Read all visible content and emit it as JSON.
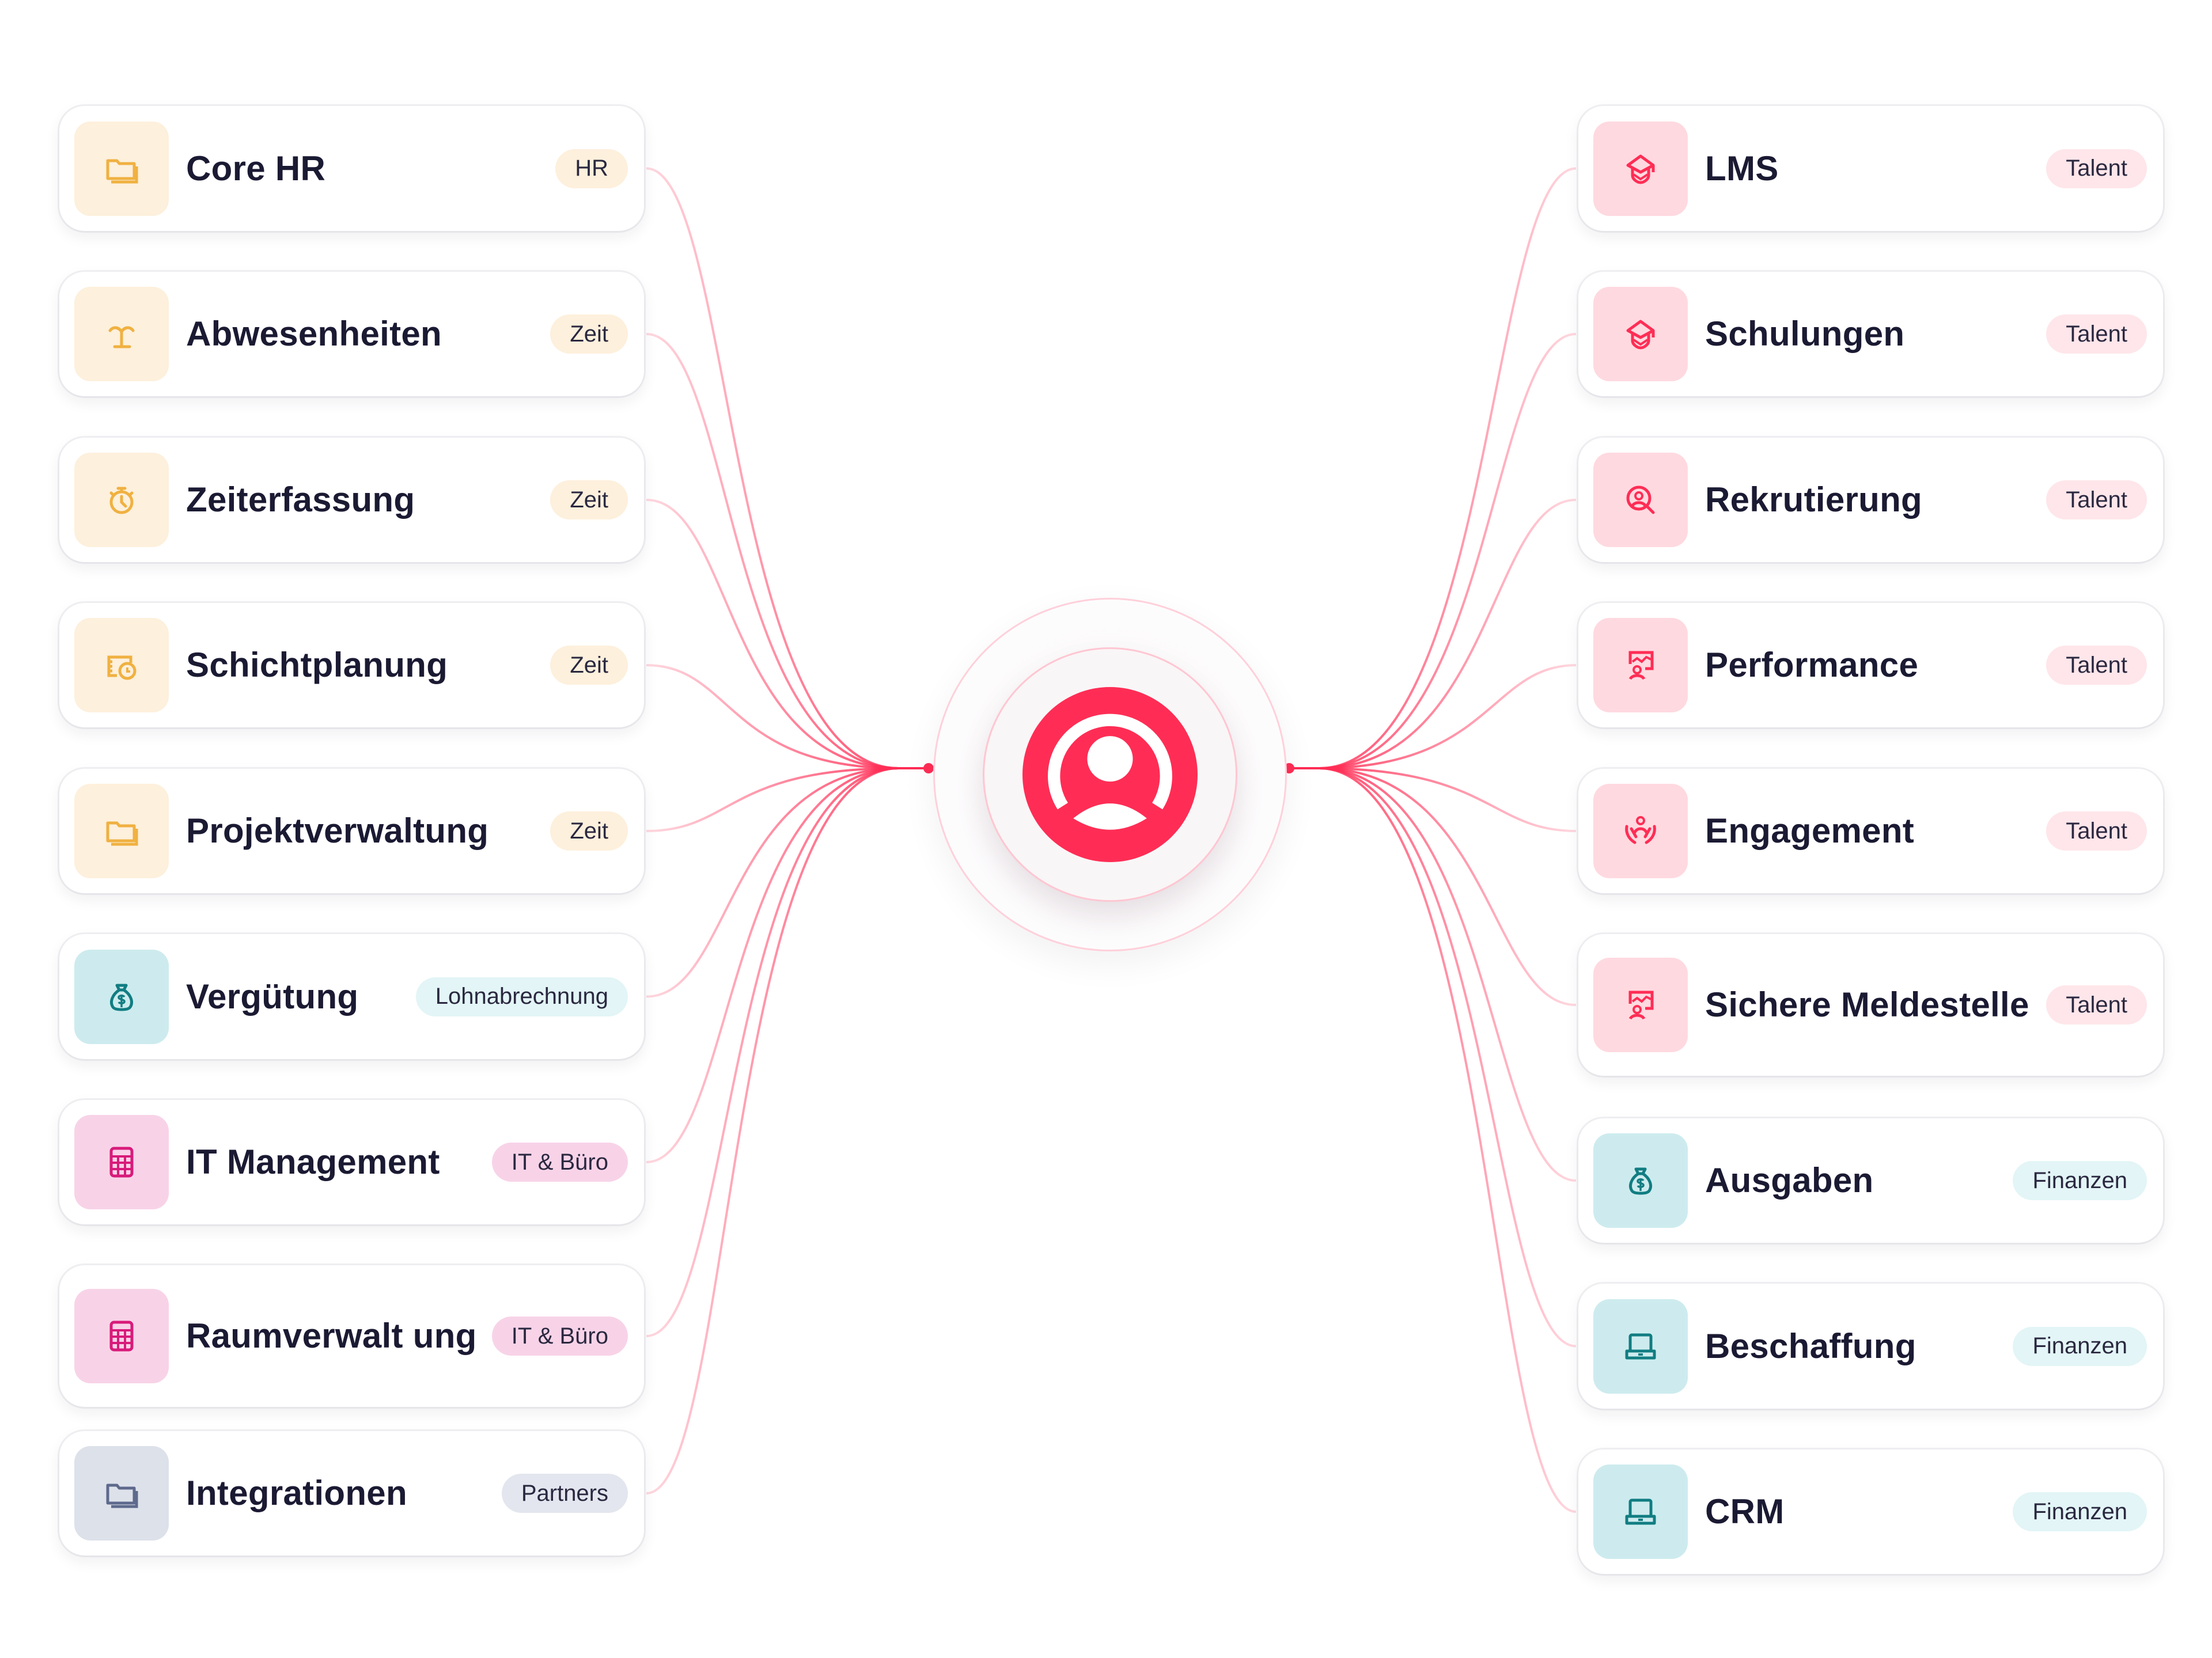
{
  "accent_color": "#ff2d55",
  "hub": {
    "icon": "user-circle-logo-icon"
  },
  "left_modules": [
    {
      "title": "Core HR",
      "tag": "HR",
      "icon": "folder-icon",
      "theme": "orange"
    },
    {
      "title": "Abwesenheiten",
      "tag": "Zeit",
      "icon": "palm-tree-icon",
      "theme": "orange"
    },
    {
      "title": "Zeiterfassung",
      "tag": "Zeit",
      "icon": "stopwatch-icon",
      "theme": "orange"
    },
    {
      "title": "Schichtplanung",
      "tag": "Zeit",
      "icon": "schedule-clock-icon",
      "theme": "orange"
    },
    {
      "title": "Projektverwaltung",
      "tag": "Zeit",
      "icon": "folder-icon",
      "theme": "orange"
    },
    {
      "title": "Vergütung",
      "tag": "Lohnabrechnung",
      "icon": "money-bag-icon",
      "theme": "teal"
    },
    {
      "title": "IT Management",
      "tag": "IT & Büro",
      "icon": "calculator-icon",
      "theme": "pink"
    },
    {
      "title": "Raumverwalt ung",
      "tag": "IT & Büro",
      "icon": "calculator-icon",
      "theme": "pink"
    },
    {
      "title": "Integrationen",
      "tag": "Partners",
      "icon": "folder-icon",
      "theme": "gray"
    }
  ],
  "right_modules": [
    {
      "title": "LMS",
      "tag": "Talent",
      "icon": "graduation-cap-icon",
      "theme": "rose"
    },
    {
      "title": "Schulungen",
      "tag": "Talent",
      "icon": "graduation-cap-icon",
      "theme": "rose"
    },
    {
      "title": "Rekrutierung",
      "tag": "Talent",
      "icon": "user-search-icon",
      "theme": "rose"
    },
    {
      "title": "Performance",
      "tag": "Talent",
      "icon": "presentation-user-icon",
      "theme": "rose"
    },
    {
      "title": "Engagement",
      "tag": "Talent",
      "icon": "hands-user-icon",
      "theme": "rose"
    },
    {
      "title": "Sichere Meldestelle",
      "tag": "Talent",
      "icon": "presentation-user-icon",
      "theme": "rose"
    },
    {
      "title": "Ausgaben",
      "tag": "Finanzen",
      "icon": "money-bag-icon",
      "theme": "teal"
    },
    {
      "title": "Beschaffung",
      "tag": "Finanzen",
      "icon": "laptop-icon",
      "theme": "teal"
    },
    {
      "title": "CRM",
      "tag": "Finanzen",
      "icon": "laptop-icon",
      "theme": "teal"
    }
  ]
}
